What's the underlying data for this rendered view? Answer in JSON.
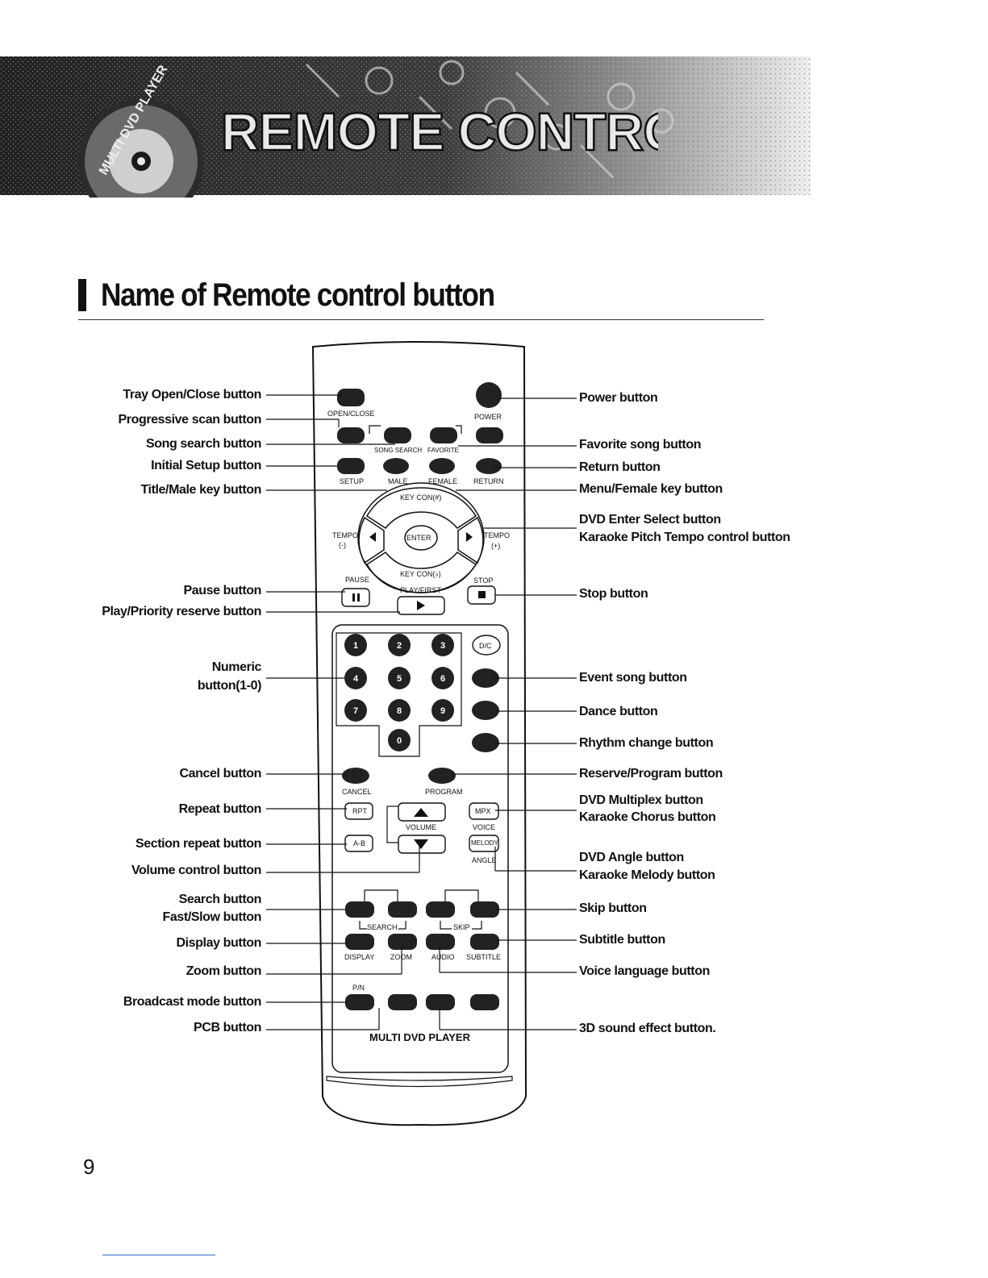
{
  "header": {
    "title": "REMOTE CONTROL",
    "badge": "MULTI DVD PLAYER",
    "colors": {
      "banner_dark": "#2a2a2a",
      "banner_light": "#d8d8d8"
    }
  },
  "section": {
    "title": "Name of Remote control button"
  },
  "labels_left": [
    "Tray Open/Close button",
    "Progressive scan button",
    "Song search button",
    "Initial  Setup button",
    "Title/Male key button",
    "Pause button",
    "Play/Priority reserve button",
    "Numeric",
    "button(1-0)",
    "Cancel button",
    "Repeat  button",
    "Section repeat button",
    "Volume control button",
    "Search button",
    "Fast/Slow button",
    "Display button",
    "Zoom button",
    "Broadcast mode button",
    "PCB button"
  ],
  "labels_right": [
    "Power button",
    "Favorite song button",
    "Return button",
    "Menu/Female key button",
    "DVD Enter Select button",
    "Karaoke Pitch Tempo control button",
    "Stop button",
    "Event song button",
    "Dance button",
    "Rhythm change button",
    "Reserve/Program button",
    "DVD Multiplex button",
    "Karaoke Chorus button",
    "DVD Angle button",
    "Karaoke Melody button",
    "Skip button",
    "Subtitle  button",
    "Voice language button",
    "3D sound effect button."
  ],
  "remote": {
    "open_close": "OPEN/CLOSE",
    "power": "POWER",
    "song_search": "SONG SEARCH",
    "favorite": "FAVORITE",
    "setup": "SETUP",
    "male": "MALE",
    "female": "FEMALE",
    "return": "RETURN",
    "key_con_up": "KEY CON(#)",
    "key_con_down": "KEY CON(♭)",
    "tempo_minus": "TEMPO",
    "tempo_minus_sign": "(-)",
    "tempo_plus": "TEMPO",
    "tempo_plus_sign": "(+)",
    "enter": "ENTER",
    "pause": "PAUSE",
    "play_first": "PLAY/FIRST",
    "stop": "STOP",
    "dc": "D/C",
    "cancel": "CANCEL",
    "program": "PROGRAM",
    "rpt": "RPT",
    "ab": "A-B",
    "volume": "VOLUME",
    "mpx": "MPX",
    "voice": "VOICE",
    "melody": "MELODY",
    "angle": "ANGLE",
    "search": "SEARCH",
    "skip": "SKIP",
    "display": "DISPLAY",
    "zoom": "ZOOM",
    "audio": "AUDIO",
    "subtitle": "SUBTITLE",
    "pn": "P/N",
    "brand": "MULTI  DVD  PLAYER",
    "numbers": [
      "1",
      "2",
      "3",
      "4",
      "5",
      "6",
      "7",
      "8",
      "9",
      "0"
    ]
  },
  "page": {
    "number": "9"
  }
}
